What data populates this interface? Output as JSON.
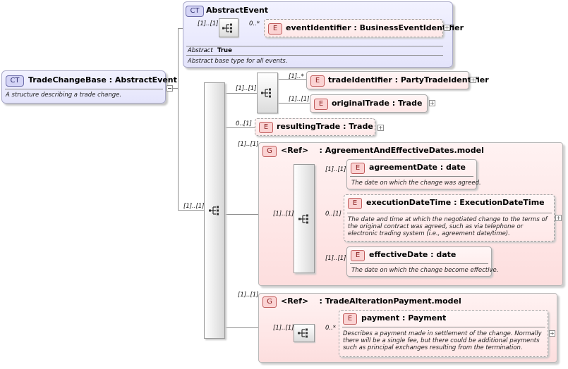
{
  "root": {
    "badge": "CT",
    "title": "TradeChangeBase : AbstractEvent",
    "description": "A structure describing a trade change."
  },
  "base_type": {
    "badge": "CT",
    "title": "AbstractEvent",
    "event_identifier": {
      "badge": "E",
      "name": "eventIdentifier : BusinessEventIdentifier",
      "mult_in": "[1]..[1]",
      "mult_out": "0..*"
    },
    "abstract_label": "Abstract",
    "abstract_value": "True",
    "description": "Abstract base type for all events."
  },
  "main_sequence": {
    "mult": "[1]..[1]"
  },
  "trade_sequence": {
    "mult": "[1]..[1]",
    "trade_identifier": {
      "badge": "E",
      "name": "tradeIdentifier : PartyTradeIdentifier",
      "mult": "[1]..*"
    },
    "original_trade": {
      "badge": "E",
      "name": "originalTrade : Trade",
      "mult": "[1]..[1]"
    }
  },
  "resulting_trade": {
    "badge": "E",
    "name": "resultingTrade : Trade",
    "mult": "0..[1]"
  },
  "agreement_group": {
    "badge": "G",
    "title": "<Ref>    : AgreementAndEffectiveDates.model",
    "mult": "[1]..[1]",
    "seq_mult": "[1]..[1]",
    "agreement_date": {
      "badge": "E",
      "name": "agreementDate : date",
      "mult": "[1]..[1]",
      "description": "The date on which the change was agreed."
    },
    "execution_date_time": {
      "badge": "E",
      "name": "executionDateTime : ExecutionDateTime",
      "mult": "0..[1]",
      "description": "The date and time at which the negotiated change to the terms of the original contract was agreed, such as via telephone or electronic trading system (i.e., agreement date/time)."
    },
    "effective_date": {
      "badge": "E",
      "name": "effectiveDate : date",
      "mult": "[1]..[1]",
      "description": "The date on which the change become effective."
    }
  },
  "alteration_group": {
    "badge": "G",
    "title": "<Ref>    : TradeAlterationPayment.model",
    "mult": "[1]..[1]",
    "seq_mult": "[1]..[1]",
    "payment": {
      "badge": "E",
      "name": "payment : Payment",
      "mult": "0..*",
      "description": "Describes a payment made in settlement of the change. Normally there will be a single fee, but there could be additional payments such as principal exchanges resulting from the termination."
    }
  }
}
